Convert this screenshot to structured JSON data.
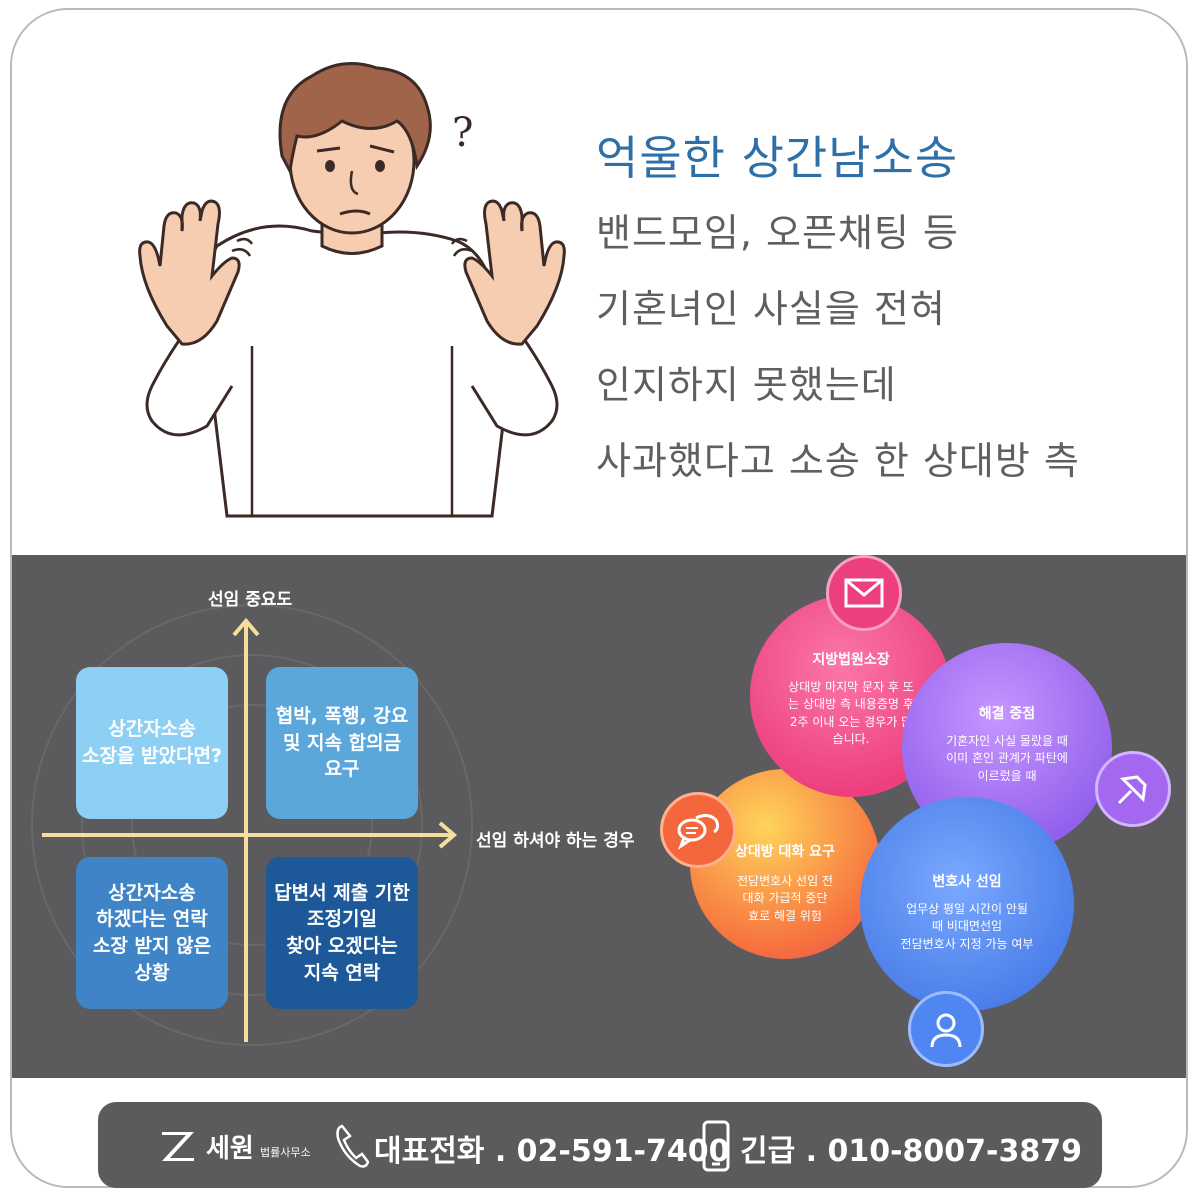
{
  "headline": "억울한 상간남소송",
  "body_lines": [
    "밴드모임, 오픈채팅 등",
    "기혼녀인 사실을 전혀",
    "인지하지 못했는데",
    "사과했다고 소송 한 상대방 측"
  ],
  "question_mark": "?",
  "matrix": {
    "y_axis_label": "선임 중요도",
    "x_axis_label": "선임 하셔야 하는 경우",
    "quadrants": [
      {
        "text": "상간자소송\n소장을 받았다면?",
        "color": "#8ecff4"
      },
      {
        "text": "협박, 폭행, 강요\n및 지속 합의금 요구",
        "color": "#5ba7dc"
      },
      {
        "text": "상간자소송\n하겠다는 연락\n소장 받지 않은 상황",
        "color": "#3e84c6"
      },
      {
        "text": "답변서 제출 기한\n조정기일\n찾아 오겠다는\n지속 연락",
        "color": "#1d5899"
      }
    ]
  },
  "bubbles": [
    {
      "title": "지방법원소장",
      "desc": "상대방 마지막 문자 후 또\n는 상대방 측 내용증명 후\n2주 이내 오는 경우가 많\n습니다.",
      "icon": "envelope-icon",
      "color": "#ef4d8f"
    },
    {
      "title": "해결 중점",
      "desc": "기혼자인 사실 몰랐을 때\n이미 혼인 관계가 파탄에\n이르렀을 때",
      "icon": "pin-icon",
      "color": "#a468f0"
    },
    {
      "title": "상대방 대화 요구",
      "desc": "전담변호사 선임 전\n대화 가급적 중단\n효로 해결 위험",
      "icon": "chat-icon",
      "color": "#f47a3e"
    },
    {
      "title": "변호사 선임",
      "desc": "업무상 평일 시간이 안될\n때 비대면선임\n전담변호사 지정 가능 여부",
      "icon": "lawyer-icon",
      "color": "#4f86f2"
    }
  ],
  "footer": {
    "logo_name": "세원",
    "logo_sub": "법률사무소",
    "phone_label": "대표전화 . 02-591-7400",
    "mobile_label": "긴급 . 010-8007-3879"
  }
}
